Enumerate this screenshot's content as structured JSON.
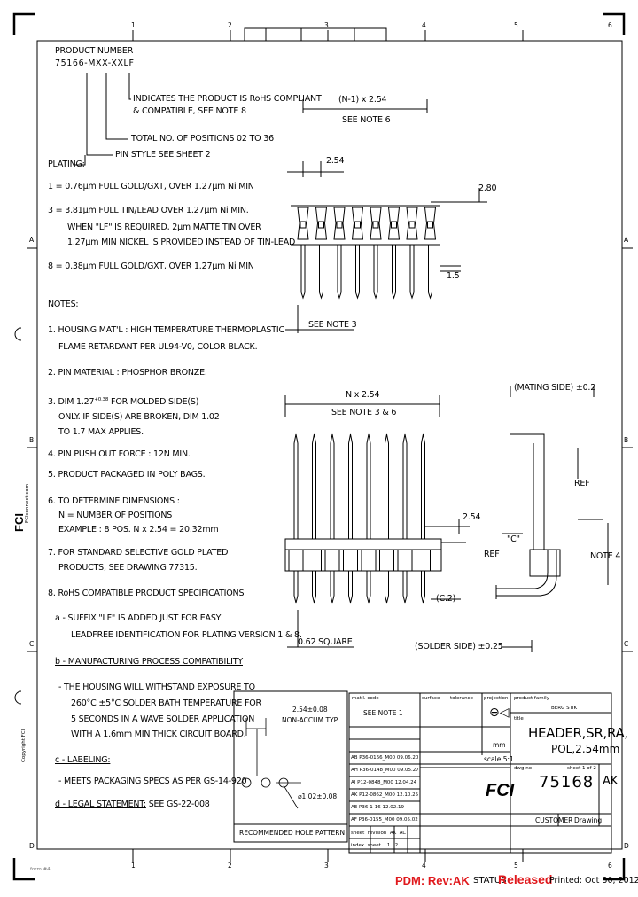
{
  "frame": {
    "cols_top": [
      "1",
      "2",
      "3",
      "4",
      "5",
      "6"
    ],
    "cols_bottom": [
      "1",
      "2",
      "3",
      "4",
      "5",
      "6"
    ],
    "rows_left": [
      "A",
      "B",
      "C",
      "D"
    ],
    "rows_right": [
      "A",
      "B",
      "C",
      "D"
    ]
  },
  "product_number": {
    "heading": "PRODUCT NUMBER",
    "code": "75166-MXX-XXLF",
    "rohs_note_1": "INDICATES THE PRODUCT IS RoHS COMPLIANT",
    "rohs_note_2": "& COMPATIBLE, SEE NOTE 8",
    "positions": "TOTAL NO. OF POSITIONS 02 TO 36",
    "pin_style": "PIN STYLE SEE SHEET 2",
    "plating_label": "PLATING:"
  },
  "plating": [
    "1 = 0.76μm FULL GOLD/GXT, OVER 1.27μm Ni MIN",
    "3 = 3.81μm FULL TIN/LEAD OVER 1.27μm Ni MIN.",
    "WHEN \"LF\" IS REQUIRED, 2μm MATTE TIN OVER",
    "1.27μm MIN NICKEL IS PROVIDED INSTEAD OF TIN-LEAD",
    "8 = 0.38μm FULL GOLD/GXT, OVER 1.27μm Ni MIN"
  ],
  "notes": {
    "heading": "NOTES:",
    "n1a": "1. HOUSING MAT'L : HIGH TEMPERATURE THERMOPLASTIC",
    "n1b": "FLAME RETARDANT PER UL94-V0, COLOR BLACK.",
    "n2": "2. PIN MATERIAL : PHOSPHOR BRONZE.",
    "n3a": "3. DIM 1.27",
    "n3sup": "+0.38",
    "n3a2": " FOR MOLDED SIDE(S)",
    "n3b": "ONLY. IF SIDE(S) ARE BROKEN, DIM 1.02",
    "n3c": "TO 1.7 MAX APPLIES.",
    "n4": "4. PIN PUSH OUT FORCE : 12N MIN.",
    "n5": "5. PRODUCT PACKAGED IN POLY BAGS.",
    "n6a": "6. TO DETERMINE DIMENSIONS :",
    "n6b": "N = NUMBER OF POSITIONS",
    "n6c": "EXAMPLE : 8 POS. N x 2.54 = 20.32mm",
    "n7a": "7. FOR STANDARD SELECTIVE GOLD PLATED",
    "n7b": "PRODUCTS, SEE DRAWING 77315.",
    "n8": "8. RoHS COMPATIBLE PRODUCT SPECIFICATIONS",
    "a1": "a - SUFFIX \"LF\" IS ADDED JUST FOR EASY",
    "a2": "LEADFREE IDENTIFICATION FOR PLATING VERSION 1 & 8.",
    "b": "b - MANUFACTURING PROCESS COMPATIBILITY",
    "b1": "- THE HOUSING WILL WITHSTAND EXPOSURE TO",
    "b2": "260°C ±5°C SOLDER BATH TEMPERATURE FOR",
    "b3": "5 SECONDS IN A WAVE SOLDER APPLICATION",
    "b4": "WITH A 1.6mm MIN THICK CIRCUIT BOARD.",
    "c": "c - LABELING:",
    "c1": "- MEETS PACKAGING SPECS AS PER GS-14-920",
    "d": "d - LEGAL STATEMENT:",
    "d1": " SEE GS-22-008"
  },
  "dims": {
    "n1_pitch": "(N-1) x 2.54",
    "see_note_6": "SEE NOTE 6",
    "pitch": "2.54",
    "d280": "2.80",
    "d15": "1.5",
    "see_note_3": "SEE NOTE 3",
    "n_pitch": "N x 2.54",
    "see_note_36": "SEE NOTE 3 & 6",
    "mating": "(MATING SIDE) ±0.2",
    "ref": "REF",
    "note4": "NOTE 4",
    "c_label": "\"C\"",
    "c2": "(C.2)",
    "square": "0.62 SQUARE",
    "solder": "(SOLDER SIDE) ±0.25",
    "d254b": "2.54"
  },
  "hole": {
    "d1": "2.54±0.08",
    "d2": "NON-ACCUM TYP",
    "dia": "⌀1.02±0.08",
    "caption": "RECOMMENDED HOLE PATTERN"
  },
  "title_block": {
    "matl_code": "mat'l. code",
    "see_note_1": "SEE NOTE 1",
    "surface": "surface",
    "tolerance": "tolerance",
    "projection": "projection",
    "product_family": "product family",
    "family": "BERG STIK",
    "title_label": "title",
    "title1": "HEADER,SR,RA,",
    "title2": "POL,2.54mm",
    "scale": "scale 5:1",
    "units": "mm",
    "dwg_no_label": "dwg no",
    "sheet": "sheet 1 of 2",
    "dwg_no": "75168",
    "rev": "AK",
    "type": "CUSTOMER",
    "drawing": "Drawing",
    "revisions": [
      [
        "AB",
        "P36-0166_M00",
        "09.06.20"
      ],
      [
        "AH",
        "P36-0148_M00",
        "09.05.27"
      ],
      [
        "AJ",
        "P12-0848_M00",
        "12.04.24"
      ],
      [
        "AK",
        "P12-0862_M00",
        "12.10.25"
      ]
    ],
    "rev_lower": [
      [
        "AE",
        "P36-1-16",
        "12.02.19"
      ],
      [
        "AF",
        "P36-0155_M00",
        "09.05.02"
      ]
    ],
    "sheet_row": [
      "sheet",
      "revision",
      "AK",
      "AC"
    ],
    "index_row": [
      "index",
      "sheet",
      "1",
      "2"
    ],
    "copyright": "Copyright FCI",
    "fci_vertical": "FCIconnect.com"
  },
  "footer": {
    "pdm": "PDM: Rev:AK",
    "status_label": "STATUS",
    "status": "Released",
    "printed": "Printed: Oct 30, 2012",
    "left_small": "form #4"
  }
}
